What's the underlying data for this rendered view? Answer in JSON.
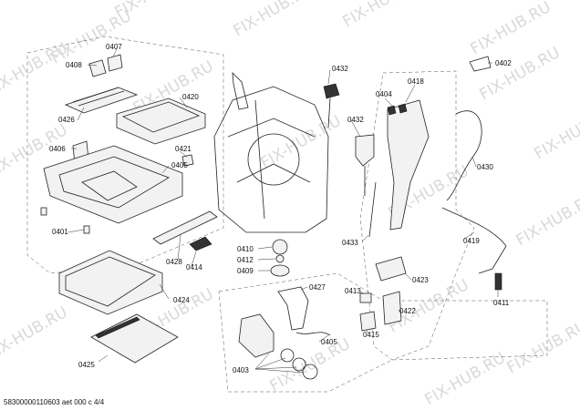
{
  "watermark": "FIX-HUB.RU",
  "footer": "58300000110603 aet 000 c 4/4",
  "labels": {
    "p0407": "0407",
    "p0408": "0408",
    "p0420": "0420",
    "p0426": "0426",
    "p0406": "0406",
    "p0421": "0421",
    "p0405a": "0405",
    "p0401": "0401",
    "p0428": "0428",
    "p0414": "0414",
    "p0424": "0424",
    "p0425": "0425",
    "p0432a": "0432",
    "p0432b": "0432",
    "p0404": "0404",
    "p0418": "0418",
    "p0402": "0402",
    "p0430": "0430",
    "p0433": "0433",
    "p0419": "0419",
    "p0410": "0410",
    "p0412": "0412",
    "p0409": "0409",
    "p0427": "0427",
    "p0423": "0423",
    "p0413": "0413",
    "p0422": "0422",
    "p0411": "0411",
    "p0415": "0415",
    "p0405b": "0405",
    "p0403": "0403"
  }
}
